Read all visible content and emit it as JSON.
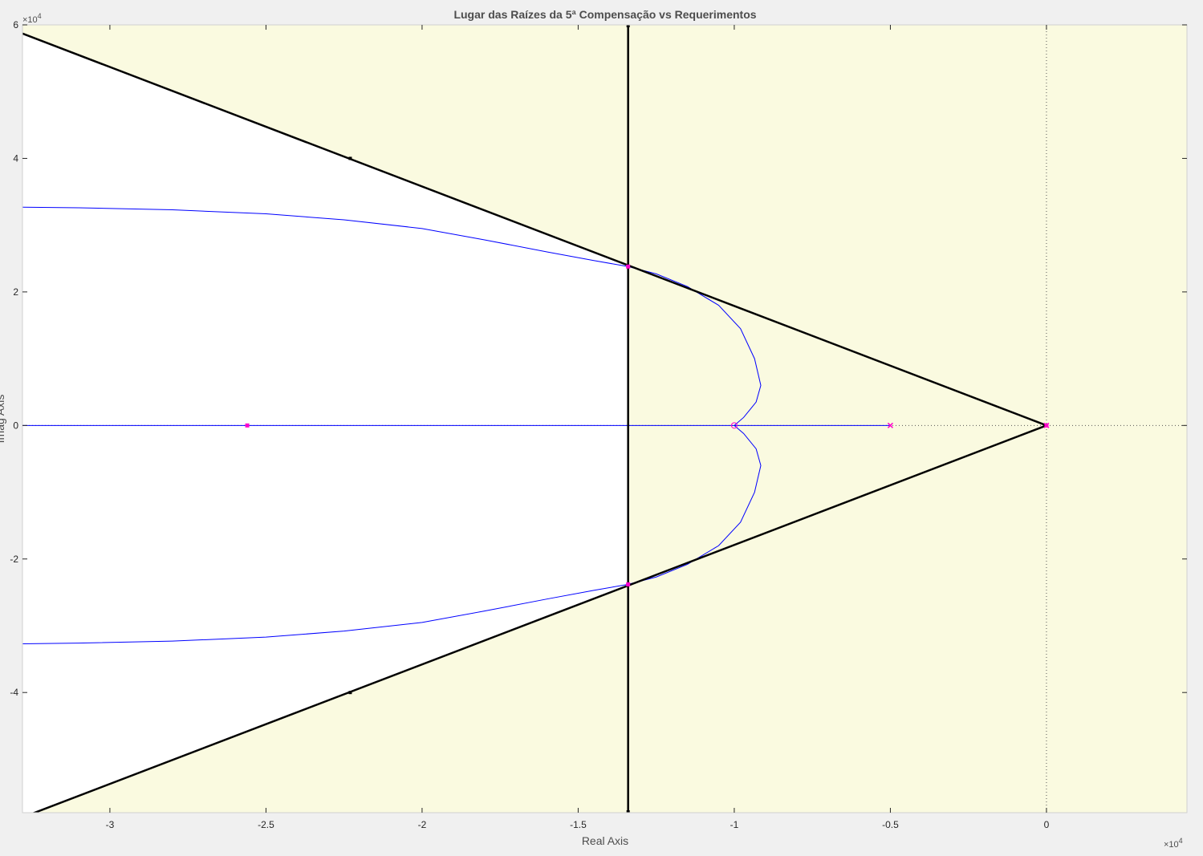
{
  "chart_data": {
    "type": "line",
    "title": "Lugar das Raízes da 5ª Compensação vs Requerimentos",
    "xlabel": "Real Axis",
    "ylabel": "Imag Axis",
    "x_exponent_base": "×10",
    "x_exponent_power": "4",
    "y_exponent_base": "×10",
    "y_exponent_power": "4",
    "xlim": [
      -3.28,
      0.45
    ],
    "ylim": [
      -5.8,
      6.0
    ],
    "x_ticks": [
      -3,
      -2.5,
      -2,
      -1.5,
      -1,
      -0.5,
      0
    ],
    "x_tick_labels": [
      "-3",
      "-2.5",
      "-2",
      "-1.5",
      "-1",
      "-0.5",
      "0"
    ],
    "y_ticks": [
      -4,
      -2,
      0,
      2,
      4,
      6
    ],
    "y_tick_labels": [
      "-4",
      "-2",
      "0",
      "2",
      "4",
      "6"
    ],
    "grid": false,
    "colors": {
      "axes_background": "#fafae0",
      "allowed_region": "#ffffff",
      "locus": "#0000ff",
      "requirement_lines": "#000000",
      "markers": "#ff00cc",
      "figure_background": "#f0f0f0"
    },
    "requirement_lines": [
      {
        "name": "damping-line-upper",
        "x": [
          0,
          -3.28
        ],
        "y": [
          0,
          5.87
        ]
      },
      {
        "name": "damping-line-lower",
        "x": [
          0,
          -3.28
        ],
        "y": [
          0,
          -5.87
        ]
      },
      {
        "name": "settling-time-line",
        "x": [
          -1.34,
          -1.34
        ],
        "y": [
          -5.8,
          6.0
        ]
      }
    ],
    "requirement_markers": [
      {
        "x": -2.23,
        "y": 4.0
      },
      {
        "x": -2.23,
        "y": -4.0
      }
    ],
    "series": [
      {
        "x": [
          -3.28,
          -3.1,
          -2.8,
          -2.5,
          -2.25,
          -2.0,
          -1.8,
          -1.6,
          -1.45,
          -1.34,
          -1.25,
          -1.15,
          -1.05,
          -0.98,
          -0.935,
          -0.915,
          -0.93,
          -0.97,
          -1.0
        ],
        "y": [
          3.27,
          3.26,
          3.23,
          3.17,
          3.08,
          2.95,
          2.78,
          2.6,
          2.47,
          2.38,
          2.27,
          2.08,
          1.8,
          1.45,
          1.0,
          0.6,
          0.35,
          0.12,
          0.0
        ]
      },
      {
        "x": [
          -3.28,
          -3.1,
          -2.8,
          -2.5,
          -2.25,
          -2.0,
          -1.8,
          -1.6,
          -1.45,
          -1.34,
          -1.25,
          -1.15,
          -1.05,
          -0.98,
          -0.935,
          -0.915,
          -0.93,
          -0.97,
          -1.0
        ],
        "y": [
          -3.27,
          -3.26,
          -3.23,
          -3.17,
          -3.08,
          -2.95,
          -2.78,
          -2.6,
          -2.47,
          -2.38,
          -2.27,
          -2.08,
          -1.8,
          -1.45,
          -1.0,
          -0.6,
          -0.35,
          -0.12,
          0.0
        ]
      },
      {
        "x": [
          -3.28,
          -0.5
        ],
        "y": [
          0,
          0
        ]
      }
    ],
    "poles": [
      {
        "x": -0.5,
        "y": 0
      },
      {
        "x": 0.0,
        "y": 0
      }
    ],
    "zeros": [
      {
        "x": -1.0,
        "y": 0
      }
    ],
    "closed_loop_points": [
      {
        "x": -2.56,
        "y": 0
      },
      {
        "x": -1.34,
        "y": 2.38
      },
      {
        "x": -1.34,
        "y": -2.38
      },
      {
        "x": 0.0,
        "y": 0
      }
    ]
  }
}
